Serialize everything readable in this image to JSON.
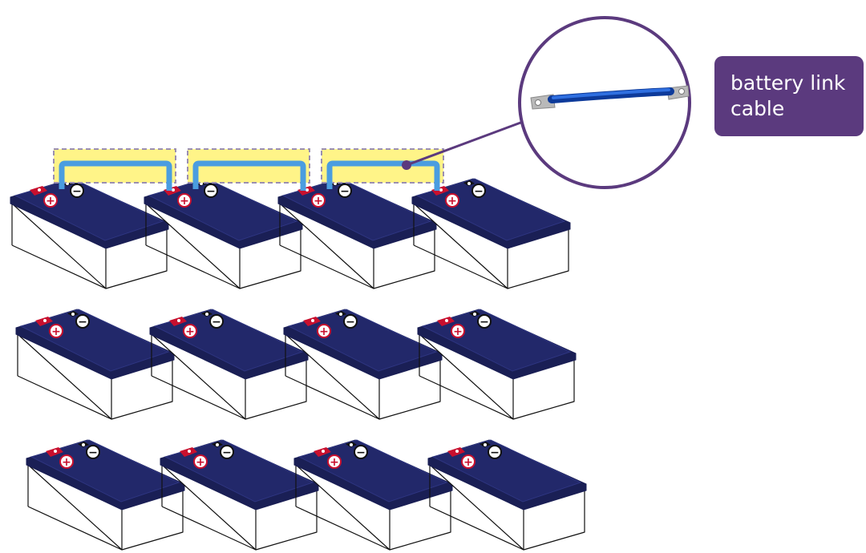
{
  "callout": {
    "label": "battery link cable"
  },
  "battery_bank": {
    "rows": 3,
    "columns": 4
  },
  "terminal_symbols": {
    "positive": "+",
    "negative": "−"
  },
  "colors": {
    "battery_lid": "#22286a",
    "battery_lid_edge": "#1a1f55",
    "cable": "#4a9de0",
    "highlight_fill": "#fff488",
    "highlight_border": "#9b8fb0",
    "accent_purple": "#5b3a7e",
    "positive_red": "#c8102e"
  },
  "icons": [
    "battery-icon",
    "positive-terminal-icon",
    "negative-terminal-icon",
    "link-cable-icon",
    "magnifier-circle-icon"
  ]
}
